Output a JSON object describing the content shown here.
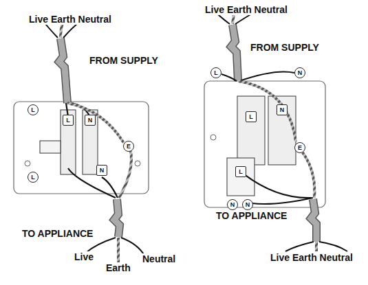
{
  "diagram": {
    "nodes": [
      {
        "text": [
          "L"
        ]
      },
      {
        "text": [
          "L"
        ]
      },
      {
        "text": [
          "N"
        ]
      },
      {
        "text": [
          "E"
        ]
      },
      {
        "text": [
          "L"
        ]
      },
      {
        "text": [
          "N"
        ]
      },
      {
        "text": [
          "L"
        ]
      },
      {
        "text": [
          "N"
        ]
      },
      {
        "text": [
          "L"
        ]
      },
      {
        "text": [
          "N"
        ]
      },
      {
        "text": [
          "E"
        ]
      },
      {
        "text": [
          "L"
        ]
      },
      {
        "text": [
          "N"
        ]
      },
      {
        "text": [
          "N"
        ]
      }
    ],
    "labels": [
      "Live Earth Neutral",
      "FROM SUPPLY",
      "TO APPLIANCE",
      "Live",
      "Earth",
      "Neutral",
      "Live Earth Neutral",
      "FROM SUPPLY",
      "TO APPLIANCE",
      "Live Earth Neutral"
    ]
  }
}
